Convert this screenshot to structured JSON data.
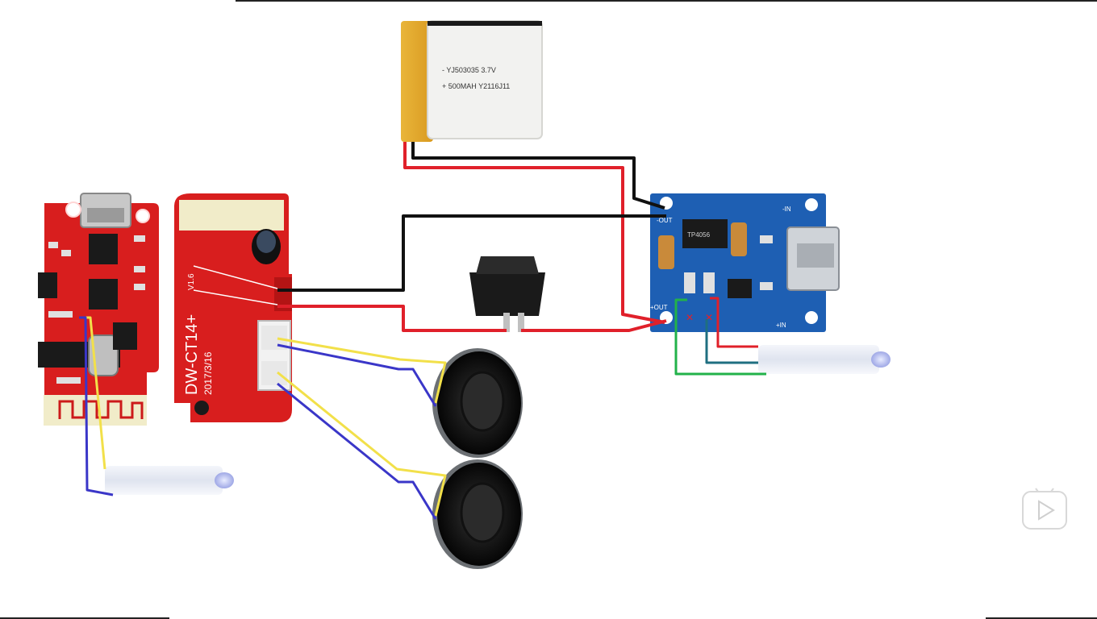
{
  "battery": {
    "line1": "- YJ503035 3.7V",
    "line2": "+ 500MAH Y2116J11"
  },
  "bt_board": {
    "silk_model": "DW-CT14+",
    "silk_ver": "V1.6",
    "silk_date": "2017/3/16"
  },
  "charger": {
    "pin_out_minus": "-OUT",
    "pin_in_minus": "-IN",
    "pin_out_plus": "+OUT",
    "pin_in_plus": "+IN",
    "chip_label": "TP4056"
  },
  "colors": {
    "wire_black": "#111111",
    "wire_red": "#e0202a",
    "wire_yellow": "#f2e04a",
    "wire_blue": "#3a36c8",
    "wire_green": "#22b24a",
    "wire_teal": "#1f6f80",
    "pcb_red": "#d81e1e",
    "pcb_blue": "#1e5fb3",
    "battery_gold": "#e9b53a"
  },
  "icons": {
    "watermark": "play-tv-icon"
  }
}
